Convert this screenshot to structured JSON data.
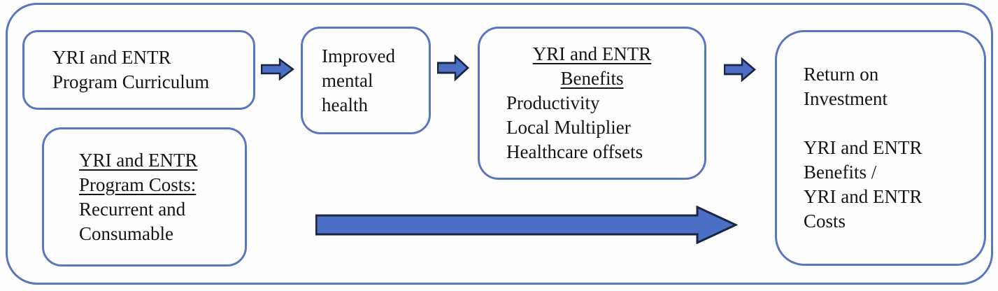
{
  "colors": {
    "page_bg": "#fdfdfd",
    "border_blue": "#5b76bd",
    "arrow_fill": "#4a6fc4",
    "arrow_outline": "#1b2440",
    "text": "#151515"
  },
  "diagram": {
    "boxes": {
      "curriculum": {
        "lines": [
          "YRI and ENTR",
          "Program Curriculum"
        ]
      },
      "costs": {
        "underlined_lines": [
          "YRI and ENTR",
          "Program Costs:"
        ],
        "lines": [
          "Recurrent and",
          "Consumable"
        ]
      },
      "mental_health": {
        "lines": [
          "Improved",
          "mental",
          "health"
        ]
      },
      "benefits": {
        "underlined_lines": [
          "YRI and ENTR",
          "Benefits"
        ],
        "items": [
          "Productivity",
          "Local Multiplier",
          "Healthcare offsets"
        ]
      },
      "roi": {
        "lines_top": [
          "Return on",
          "Investment"
        ],
        "lines_bottom": [
          "YRI and ENTR",
          "Benefits /",
          "YRI and ENTR",
          "Costs"
        ]
      }
    }
  }
}
